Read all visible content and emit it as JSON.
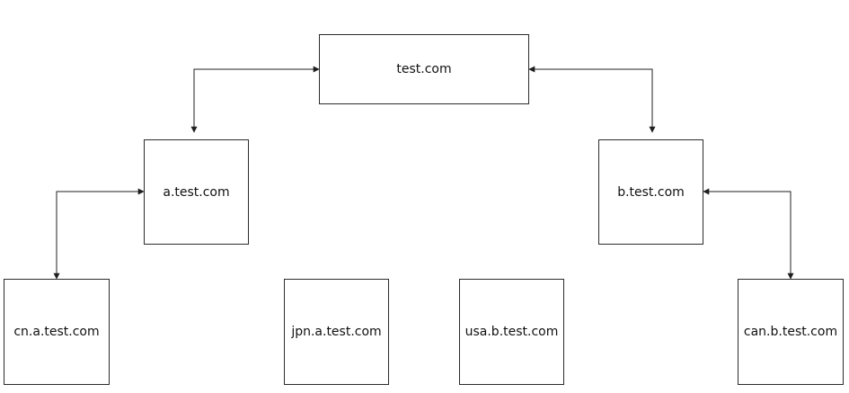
{
  "diagram": {
    "nodes": {
      "root": "test.com",
      "a": "a.test.com",
      "b": "b.test.com",
      "cn": "cn.a.test.com",
      "jpn": "jpn.a.test.com",
      "usa": "usa.b.test.com",
      "can": "can.b.test.com"
    },
    "edges": [
      {
        "from": "root",
        "to": "a",
        "bidirectional": true
      },
      {
        "from": "root",
        "to": "b",
        "bidirectional": true
      },
      {
        "from": "a",
        "to": "cn",
        "bidirectional": true
      },
      {
        "from": "b",
        "to": "can",
        "bidirectional": true
      }
    ],
    "line_color": "#1f1f1f"
  }
}
